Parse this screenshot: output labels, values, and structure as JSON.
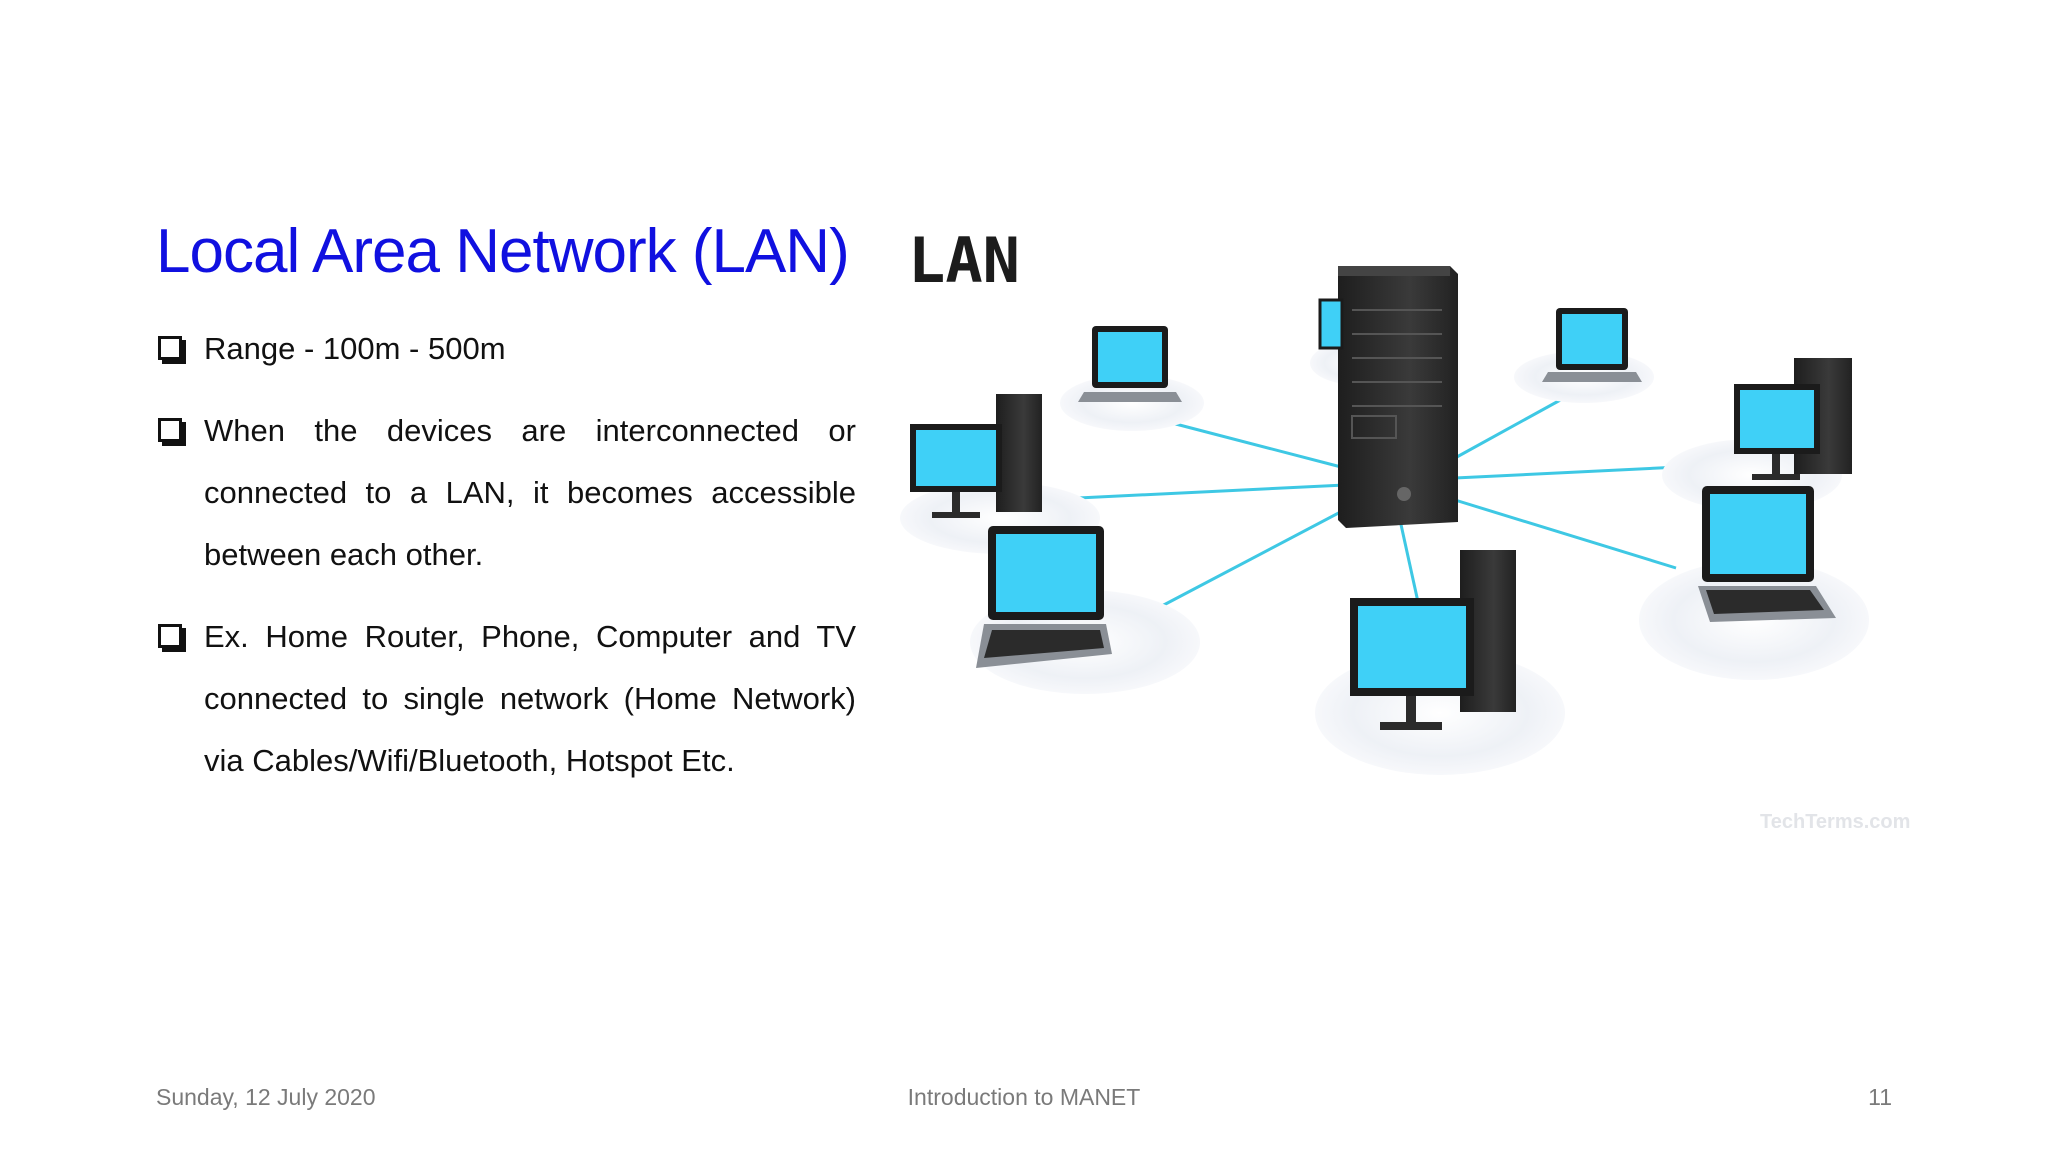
{
  "slide": {
    "title": "Local Area Network (LAN)",
    "bullets": [
      "Range - 100m - 500m",
      "When the devices are interconnected or connected to a LAN, it becomes accessible between each other.",
      "Ex. Home Router, Phone, Computer and TV connected to single network (Home Network) via Cables/Wifi/Bluetooth, Hotspot Etc."
    ],
    "bullet_icon": "checkbox-icon"
  },
  "figure": {
    "heading": "LAN",
    "watermark": "TechTerms.com",
    "colors": {
      "screen": "#3fd0f7",
      "link": "#3ec8e4",
      "case": "#2b2b2b"
    }
  },
  "footer": {
    "date": "Sunday, 12 July 2020",
    "presentation_title": "Introduction to MANET",
    "page_number": "11"
  }
}
